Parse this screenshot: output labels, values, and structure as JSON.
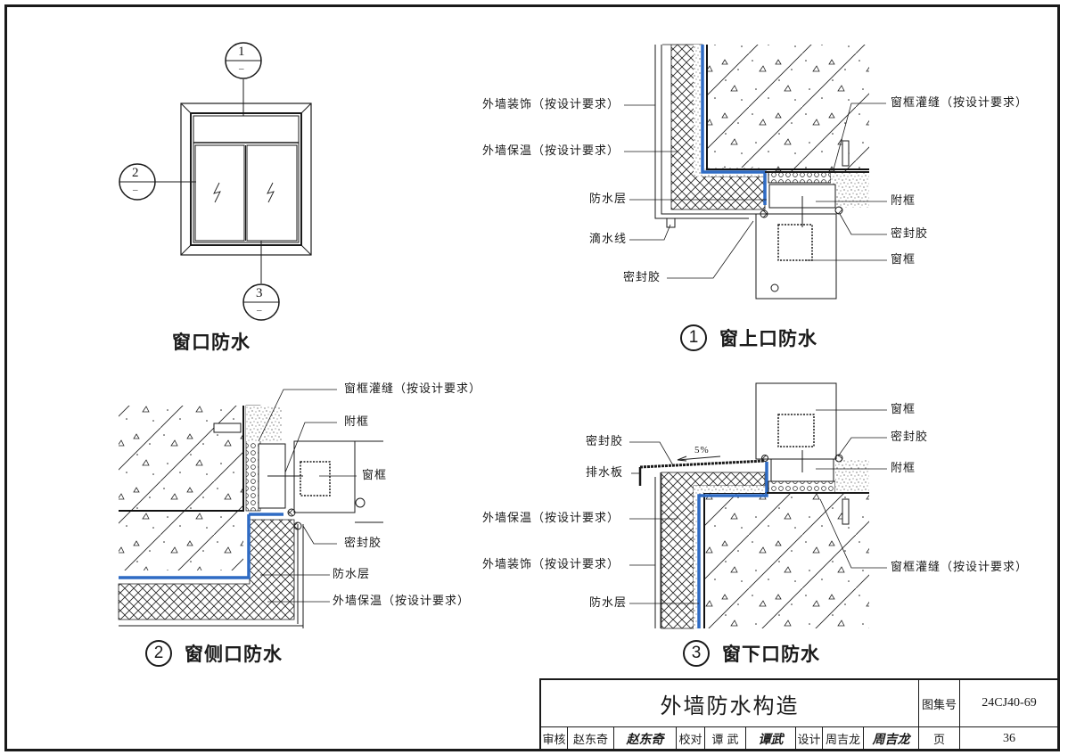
{
  "sheet": {
    "border_color": "#1a1a1a",
    "waterproof_color": "#2f6bc4"
  },
  "elevation": {
    "title": "窗口防水",
    "callouts": [
      {
        "number": "1",
        "sub": "–"
      },
      {
        "number": "2",
        "sub": "–"
      },
      {
        "number": "3",
        "sub": "–"
      }
    ]
  },
  "detail1": {
    "number": "1",
    "title": "窗上口防水",
    "labels": {
      "decoration": "外墙装饰（按设计要求）",
      "insulation": "外墙保温（按设计要求）",
      "waterproof": "防水层",
      "drip": "滴水线",
      "sealant_left": "密封胶",
      "grout": "窗框灌缝（按设计要求）",
      "subframe": "附框",
      "sealant_right": "密封胶",
      "frame": "窗框"
    }
  },
  "detail2": {
    "number": "2",
    "title": "窗侧口防水",
    "labels": {
      "grout": "窗框灌缝（按设计要求）",
      "subframe": "附框",
      "frame": "窗框",
      "sealant": "密封胶",
      "waterproof": "防水层",
      "insulation": "外墙保温（按设计要求）"
    }
  },
  "detail3": {
    "number": "3",
    "title": "窗下口防水",
    "slope": "5%",
    "labels": {
      "sealant_left": "密封胶",
      "drain_board": "排水板",
      "insulation": "外墙保温（按设计要求）",
      "decoration": "外墙装饰（按设计要求）",
      "waterproof": "防水层",
      "frame": "窗框",
      "sealant_right": "密封胶",
      "subframe": "附框",
      "grout": "窗框灌缝（按设计要求）"
    }
  },
  "title_block": {
    "title": "外墙防水构造",
    "atlas_label": "图集号",
    "atlas_no": "24CJ40-69",
    "page_label": "页",
    "page_no": "36",
    "review_label": "审核",
    "reviewer": "赵东奇",
    "reviewer_sig": "赵东奇",
    "check_label": "校对",
    "checker": "谭 武",
    "checker_sig": "谭武",
    "design_label": "设计",
    "designer": "周吉龙",
    "designer_sig": "周吉龙"
  }
}
